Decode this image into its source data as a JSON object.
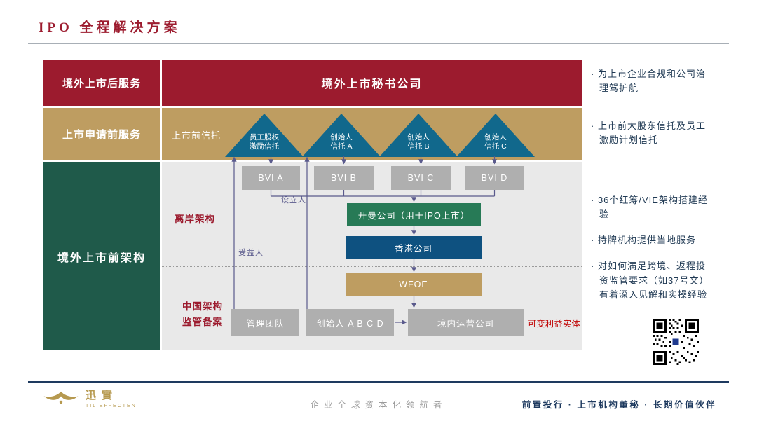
{
  "title": "IPO 全程解决方案",
  "row_post_listing": {
    "label": "境外上市后服务",
    "main": "境外上市秘书公司",
    "note": "· 为上市企业合规和公司治理驾护航"
  },
  "row_pre_application": {
    "label": "上市申请前服务",
    "trust_caption": "上市前信托",
    "trusts": [
      {
        "line1": "员工股权",
        "line2": "激励信托"
      },
      {
        "line1": "创始人",
        "line2": "信托 A"
      },
      {
        "line1": "创始人",
        "line2": "信托 B"
      },
      {
        "line1": "创始人",
        "line2": "信托 C"
      }
    ],
    "note": "· 上市前大股东信托及员工激励计划信托"
  },
  "row_structure": {
    "label": "境外上市前架构",
    "offshore_caption": "离岸架构",
    "china_caption": "中国架构\n监管备案",
    "bvi_boxes": [
      "BVI A",
      "BVI B",
      "BVI C",
      "BVI D"
    ],
    "cayman": "开曼公司（用于IPO上市）",
    "hongkong": "香港公司",
    "wfoe": "WFOE",
    "management": "管理团队",
    "founders": "创始人 A B C D",
    "domestic_opco": "境内运营公司",
    "vie_label": "可变利益实体",
    "settlor_label": "设立人",
    "beneficiary_label": "受益人",
    "notes": [
      "· 36个红筹/VIE架构搭建经验",
      "· 持牌机构提供当地服务",
      "· 对如何满足跨境、返程投资监管要求（如37号文）有着深入见解和实操经验"
    ]
  },
  "footer": {
    "brand": "迅實",
    "brand_sub": "TIL EFFECTEN",
    "slogan": "企业全球资本化领航者",
    "tagline": "前置投行 · 上市机构董秘 · 长期价值伙伴"
  },
  "colors": {
    "maroon": "#9C1B2E",
    "gold": "#BE9D61",
    "green": "#1F5A4A",
    "trust_teal": "#11688C",
    "cayman_green": "#277A56",
    "hk_blue": "#0E5180",
    "box_gray": "#AFAFAF",
    "panel_gray": "#E9E9E9",
    "navy": "#1E3A5F",
    "vie_red": "#C00000",
    "arrow_purple": "#5A5A8C",
    "brand_gold": "#B6994F"
  }
}
